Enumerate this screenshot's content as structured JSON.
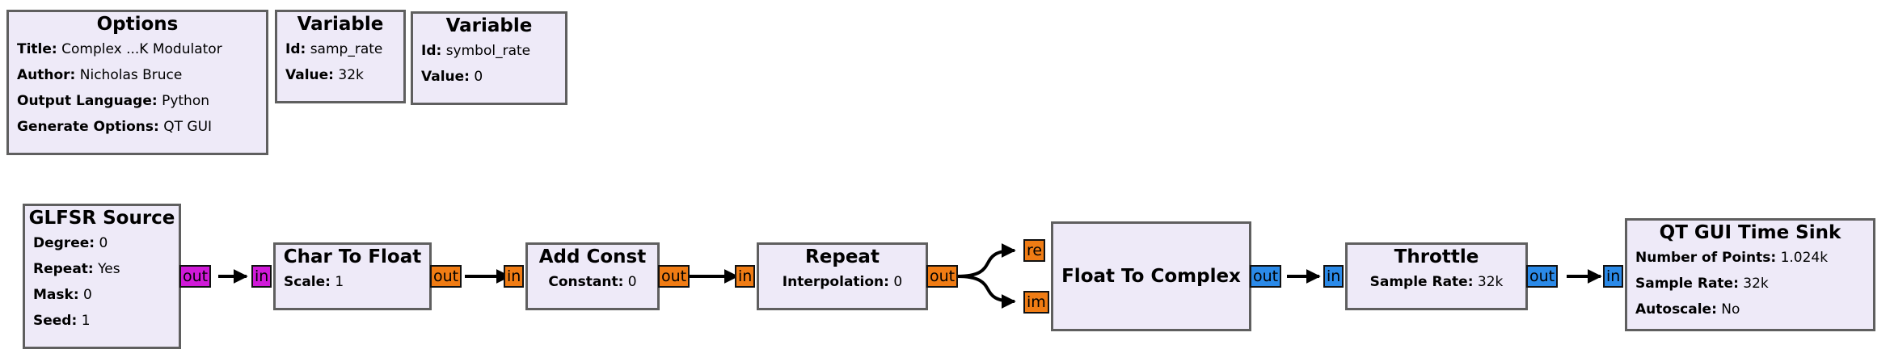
{
  "options": {
    "title": "Options",
    "rows": [
      {
        "label": "Title:",
        "value": "Complex ...K Modulator"
      },
      {
        "label": "Author:",
        "value": "Nicholas Bruce"
      },
      {
        "label": "Output Language:",
        "value": "Python"
      },
      {
        "label": "Generate Options:",
        "value": "QT GUI"
      }
    ]
  },
  "var1": {
    "title": "Variable",
    "rows": [
      {
        "label": "Id:",
        "value": "samp_rate"
      },
      {
        "label": "Value:",
        "value": "32k"
      }
    ]
  },
  "var2": {
    "title": "Variable",
    "rows": [
      {
        "label": "Id:",
        "value": "symbol_rate"
      },
      {
        "label": "Value:",
        "value": "0"
      }
    ]
  },
  "glfsr": {
    "title": "GLFSR Source",
    "rows": [
      {
        "label": "Degree:",
        "value": "0"
      },
      {
        "label": "Repeat:",
        "value": "Yes"
      },
      {
        "label": "Mask:",
        "value": "0"
      },
      {
        "label": "Seed:",
        "value": "1"
      }
    ],
    "out": "out"
  },
  "c2f": {
    "title": "Char To Float",
    "rows": [
      {
        "label": "Scale:",
        "value": "1"
      }
    ],
    "in": "in",
    "out": "out"
  },
  "addc": {
    "title": "Add Const",
    "rows": [
      {
        "label": "Constant:",
        "value": "0"
      }
    ],
    "in": "in",
    "out": "out"
  },
  "repeat": {
    "title": "Repeat",
    "rows": [
      {
        "label": "Interpolation:",
        "value": "0"
      }
    ],
    "in": "in",
    "out": "out"
  },
  "f2c": {
    "title": "Float To Complex",
    "in_re": "re",
    "in_im": "im",
    "out": "out"
  },
  "throttle": {
    "title": "Throttle",
    "rows": [
      {
        "label": "Sample Rate:",
        "value": "32k"
      }
    ],
    "in": "in",
    "out": "out"
  },
  "sink": {
    "title": "QT GUI Time Sink",
    "rows": [
      {
        "label": "Number of Points:",
        "value": "1.024k"
      },
      {
        "label": "Sample Rate:",
        "value": "32k"
      },
      {
        "label": "Autoscale:",
        "value": "No"
      }
    ],
    "in": "in"
  },
  "colors": {
    "block_fill": "#eeeaf8",
    "block_border": "#5f5f5f",
    "port_byte": "#d01ad8",
    "port_float": "#f07c14",
    "port_complex": "#2b8ae8"
  }
}
